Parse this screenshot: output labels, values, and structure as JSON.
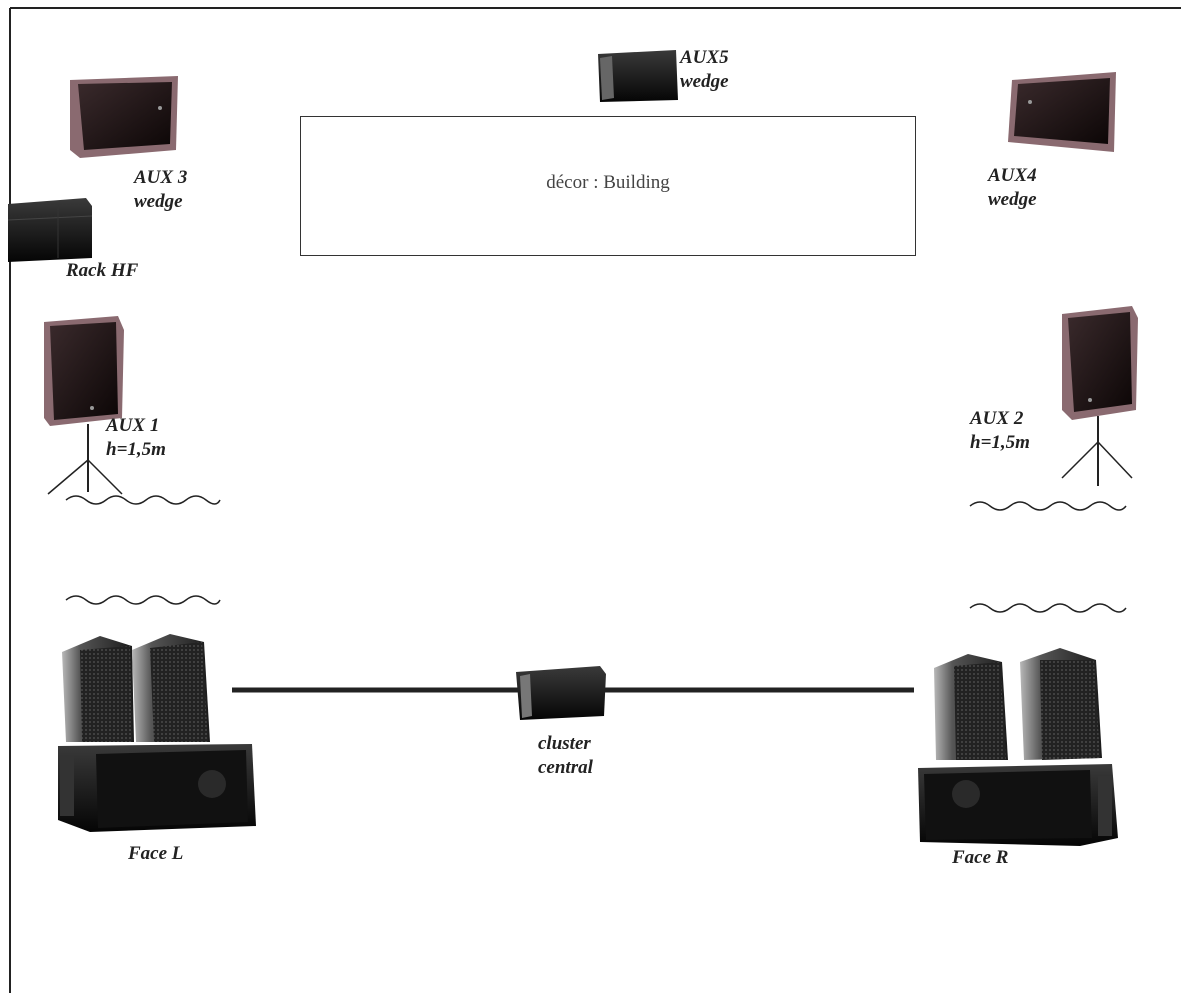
{
  "stage": {
    "decor_label": "décor : Building"
  },
  "labels": {
    "aux5": "AUX5\nwedge",
    "aux3": "AUX 3\nwedge",
    "aux4": "AUX4\nwedge",
    "rack_hf": "Rack HF",
    "aux1": "AUX 1\nh=1,5m",
    "aux2": "AUX 2\nh=1,5m",
    "cluster": "cluster\ncentral",
    "face_l": "Face L",
    "face_r": "Face R"
  },
  "colors": {
    "cabinet": "#1a0f0f",
    "cabinet_trim": "#8a6a70",
    "line": "#222222",
    "frame": "#222222"
  }
}
